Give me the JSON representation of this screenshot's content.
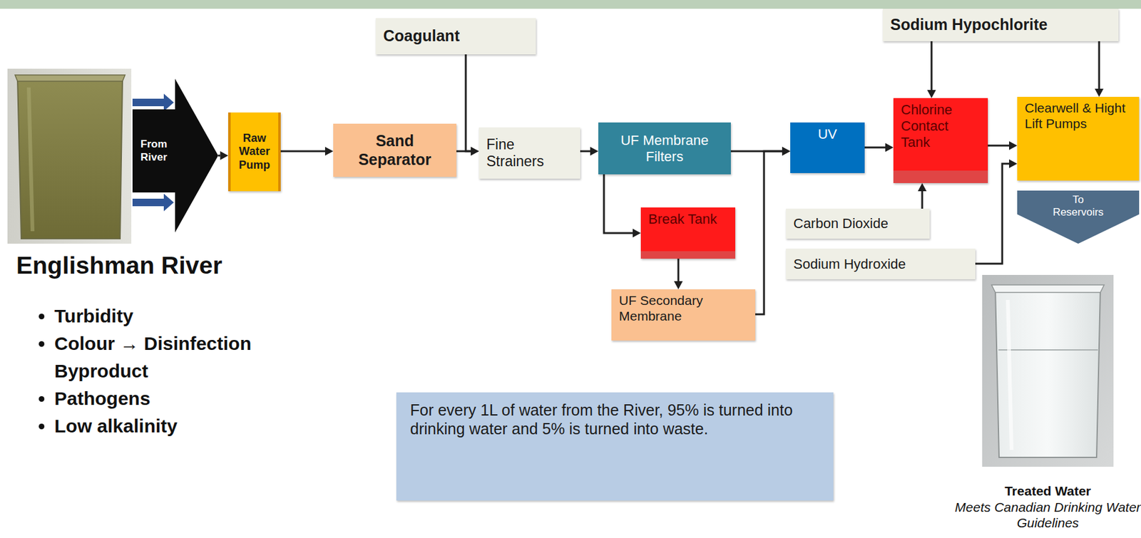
{
  "diagram": {
    "nodes": [
      {
        "text": [
          "Coagulant"
        ]
      },
      {
        "text": [
          "Sodium Hypochlorite"
        ]
      },
      {
        "text": [
          "From River"
        ]
      },
      {
        "text": [
          "Raw Water Pump"
        ]
      },
      {
        "text": [
          "Sand Separator"
        ]
      },
      {
        "text": [
          "Fine Strainers"
        ]
      },
      {
        "text": [
          "UF Membrane Filters"
        ]
      },
      {
        "text": [
          "UV"
        ]
      },
      {
        "text": [
          "Chlorine Contact Tank"
        ]
      },
      {
        "text": [
          "Clearwell & Hight Lift Pumps"
        ]
      },
      {
        "text": [
          "To Reservoirs"
        ]
      },
      {
        "text": [
          "Break Tank"
        ]
      },
      {
        "text": [
          "Carbon Dioxide"
        ]
      },
      {
        "text": [
          "Sodium Hydroxide"
        ]
      },
      {
        "text": [
          "UF Secondary Membrane"
        ]
      },
      {
        "text": [
          "For every 1L of water from the River, 95% is turned into drinking water and 5% is turned into waste."
        ]
      }
    ],
    "edges": [
      {
        "from": 2,
        "to": 3,
        "arrow": "to"
      },
      {
        "from": 3,
        "to": 4,
        "arrow": "to"
      },
      {
        "from": 4,
        "to": 5,
        "arrow": "to"
      },
      {
        "from": 0,
        "to": 5,
        "arrow": "to"
      },
      {
        "from": 5,
        "to": 6,
        "arrow": "to"
      },
      {
        "from": 6,
        "to": 7,
        "arrow": "to"
      },
      {
        "from": 6,
        "to": 11,
        "arrow": "to"
      },
      {
        "from": 11,
        "to": 14,
        "arrow": "to"
      },
      {
        "from": 14,
        "to": 7,
        "arrow": "to"
      },
      {
        "from": 7,
        "to": 8,
        "arrow": "to"
      },
      {
        "from": 1,
        "to": 8,
        "arrow": "to"
      },
      {
        "from": 12,
        "to": 8,
        "arrow": "to"
      },
      {
        "from": 8,
        "to": 9,
        "arrow": "to"
      },
      {
        "from": 1,
        "to": 9,
        "arrow": "to"
      },
      {
        "from": 13,
        "to": 9,
        "arrow": "to"
      }
    ],
    "labels": [
      "Englishman River",
      "Turbidity",
      "Colour → Disinfection Byproduct",
      "Pathogens",
      "Low alkalinity",
      "Treated Water",
      "Meets Canadian Drinking Water Guidelines"
    ]
  }
}
